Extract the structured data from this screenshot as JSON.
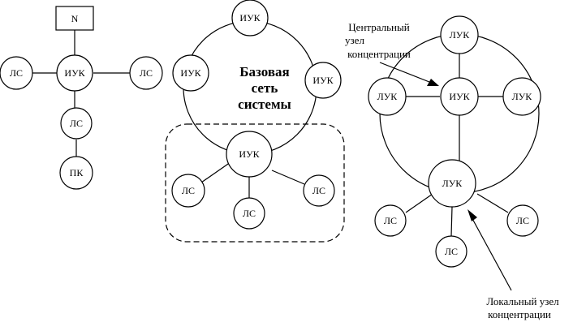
{
  "labels": {
    "n": "N",
    "iuk": "ИУК",
    "ls": "ЛС",
    "pk": "ПК",
    "luk": "ЛУК"
  },
  "base_network": [
    "Базовая",
    "сеть",
    "системы"
  ],
  "central_node": [
    "Центральный",
    "узел",
    "концентрации"
  ],
  "local_node": [
    "Локальный узел",
    "концентрации"
  ]
}
